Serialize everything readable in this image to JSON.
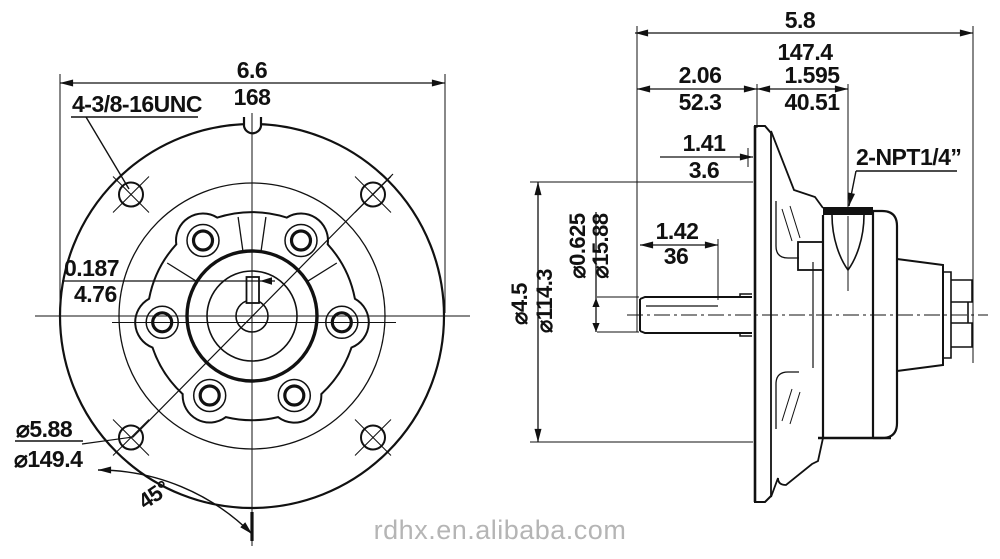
{
  "drawing": {
    "watermark": "rdhx.en.alibaba.com",
    "colors": {
      "line": "#111111",
      "watermark": "#b5b5b5",
      "background": "#ffffff"
    },
    "front_view": {
      "outer_dia": {
        "in": "6.6",
        "mm": "168"
      },
      "thread_note": "4-3/8-16UNC",
      "keyway": {
        "in": "0.187",
        "mm": "4.76"
      },
      "bolt_circle": {
        "in": "⌀5.88",
        "mm": "⌀149.4"
      },
      "bolt_angle": "45°"
    },
    "side_view": {
      "overall_length": {
        "in": "5.8",
        "mm": "147.4"
      },
      "front_length": {
        "in": "2.06",
        "mm": "52.3"
      },
      "port_offset": {
        "in": "1.595",
        "mm": "40.51"
      },
      "flange_lip": {
        "in": "1.41",
        "mm": "3.6"
      },
      "shaft_length": {
        "in": "1.42",
        "mm": "36"
      },
      "shaft_dia": {
        "in": "⌀0.625",
        "mm": "⌀15.88"
      },
      "pilot_dia": {
        "in": "⌀4.5",
        "mm": "⌀114.3"
      },
      "port_note": "2-NPT1/4”"
    }
  }
}
